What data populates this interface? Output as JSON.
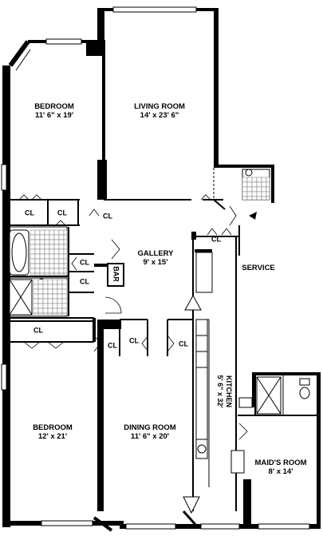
{
  "rooms": {
    "bedroom_top": {
      "name": "BEDROOM",
      "dims": "11' 6\" x 19'"
    },
    "living_room": {
      "name": "LIVING ROOM",
      "dims": "14' x 23' 6\""
    },
    "gallery": {
      "name": "GALLERY",
      "dims": "9' x 15'"
    },
    "service": {
      "name": "SERVICE"
    },
    "kitchen": {
      "name": "KITCHEN",
      "dims": "5' 6\" x 32'"
    },
    "bedroom_bottom": {
      "name": "BEDROOM",
      "dims": "12' x 21'"
    },
    "dining_room": {
      "name": "DINING ROOM",
      "dims": "11' 6\" x 20'"
    },
    "maids_room": {
      "name": "MAID'S ROOM",
      "dims": "8' x 14'"
    }
  },
  "closet_label": "CL",
  "bar_label": "BAR"
}
